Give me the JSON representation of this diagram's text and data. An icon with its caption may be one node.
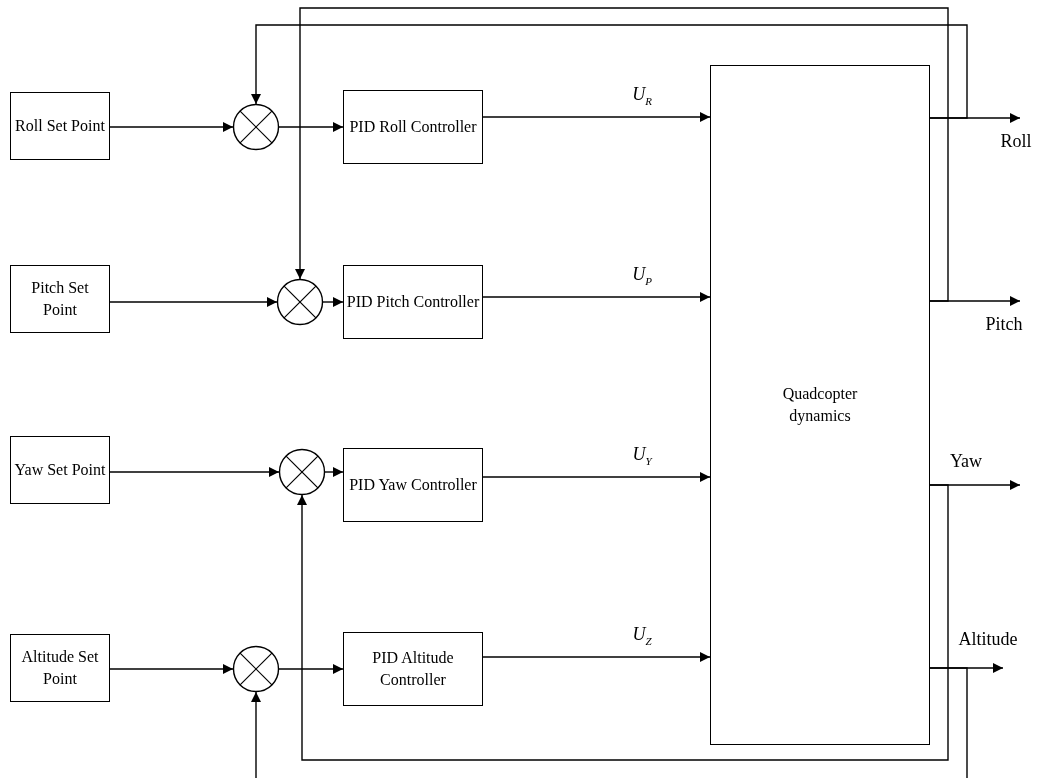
{
  "diagram": {
    "nodes": [
      {
        "text": [
          "Roll Set Point"
        ]
      },
      {
        "text": [],
        "shape": "circle"
      },
      {
        "text": [
          "PID Roll Controller"
        ]
      },
      {
        "text": [
          "Pitch Set Point"
        ]
      },
      {
        "text": [],
        "shape": "circle"
      },
      {
        "text": [
          "PID Pitch Controller"
        ]
      },
      {
        "text": [
          "Yaw Set Point"
        ]
      },
      {
        "text": [],
        "shape": "circle"
      },
      {
        "text": [
          "PID Yaw Controller"
        ]
      },
      {
        "text": [
          "Altitude Set Point"
        ]
      },
      {
        "text": [],
        "shape": "circle"
      },
      {
        "text": [
          "PID Altitude Controller"
        ]
      },
      {
        "text": [
          "Quadcopter dynamics"
        ]
      }
    ],
    "edges": [
      {
        "from": 0,
        "to": 1,
        "arrow": "to"
      },
      {
        "from": 1,
        "to": 2,
        "arrow": "to"
      },
      {
        "from": 3,
        "to": 4,
        "arrow": "to"
      },
      {
        "from": 4,
        "to": 5,
        "arrow": "to"
      },
      {
        "from": 6,
        "to": 7,
        "arrow": "to"
      },
      {
        "from": 7,
        "to": 8,
        "arrow": "to"
      },
      {
        "from": 9,
        "to": 10,
        "arrow": "to"
      },
      {
        "from": 10,
        "to": 11,
        "arrow": "to"
      },
      {
        "from": 2,
        "to": 12,
        "arrow": "to",
        "label": "U$_{R}$"
      },
      {
        "from": 5,
        "to": 12,
        "arrow": "to",
        "label": "U$_{P}$"
      },
      {
        "from": 8,
        "to": 12,
        "arrow": "to",
        "label": "U$_{Y}$"
      },
      {
        "from": 11,
        "to": 12,
        "arrow": "to",
        "label": "U$_{Z}$"
      },
      {
        "from": 12,
        "to": null,
        "arrow": "to",
        "label": "Roll"
      },
      {
        "from": 12,
        "to": null,
        "arrow": "to",
        "label": "Pitch"
      },
      {
        "from": 12,
        "to": null,
        "arrow": "to",
        "label": "Yaw"
      },
      {
        "from": 12,
        "to": null,
        "arrow": "to",
        "label": "Altitude"
      },
      {
        "from": 12,
        "to": 1,
        "arrow": "to"
      },
      {
        "from": 12,
        "to": 4,
        "arrow": "to"
      },
      {
        "from": 12,
        "to": 7,
        "arrow": "to"
      },
      {
        "from": 12,
        "to": null,
        "arrow": "none"
      },
      {
        "from": null,
        "to": 10,
        "arrow": "to"
      }
    ]
  }
}
